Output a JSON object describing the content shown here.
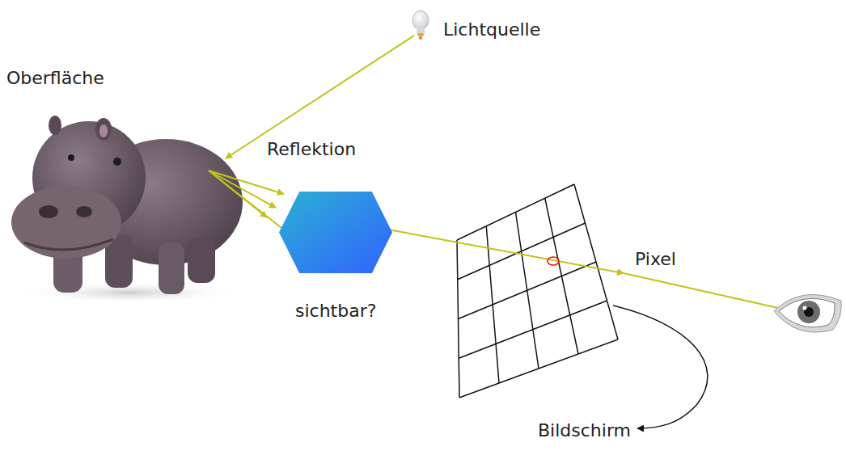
{
  "diagram": {
    "nodes": [
      {
        "text": [
          "sichtbar?"
        ]
      }
    ],
    "labels": [
      "Lichtquelle",
      "Oberfläche",
      "Reflektion",
      "Pixel",
      "Bildschirm"
    ]
  }
}
